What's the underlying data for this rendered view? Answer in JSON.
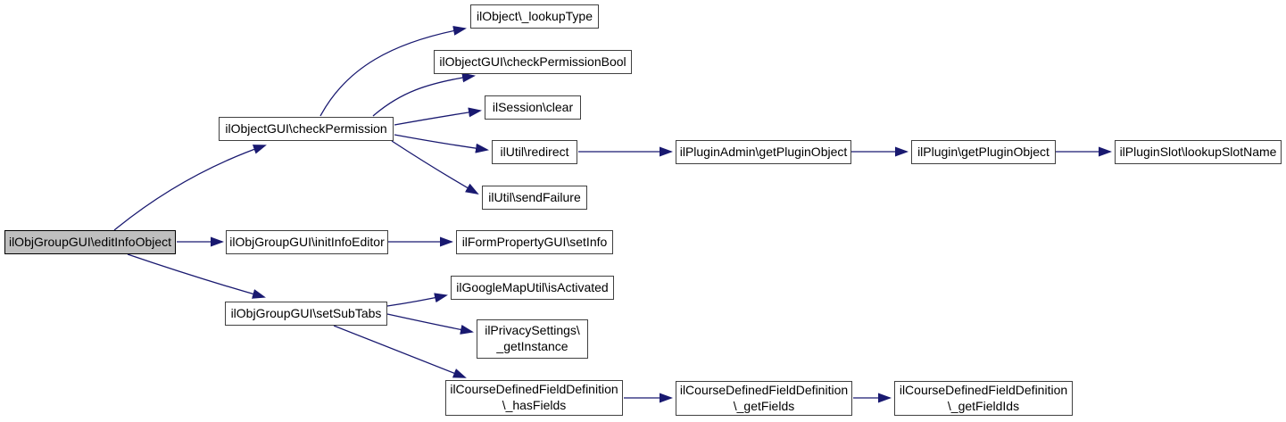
{
  "diagram": {
    "type": "call-graph",
    "direction": "left-to-right"
  },
  "colors": {
    "edge": "#191970",
    "node-border": "#404040",
    "node-fill": "#ffffff",
    "node-text": "#000000",
    "highlight-fill": "#bfbfbf",
    "background": "#ffffff"
  },
  "nodes": [
    {
      "id": "editInfoObject",
      "label": "ilObjGroupGUI\\editInfoObject",
      "highlighted": true
    },
    {
      "id": "checkPermission",
      "label": "ilObjectGUI\\checkPermission"
    },
    {
      "id": "lookupType",
      "label": "ilObject\\_lookupType"
    },
    {
      "id": "checkPermissionBool",
      "label": "ilObjectGUI\\checkPermissionBool"
    },
    {
      "id": "sessionClear",
      "label": "ilSession\\clear"
    },
    {
      "id": "redirect",
      "label": "ilUtil\\redirect"
    },
    {
      "id": "sendFailure",
      "label": "ilUtil\\sendFailure"
    },
    {
      "id": "pluginAdminGetPluginObject",
      "label": "ilPluginAdmin\\getPluginObject"
    },
    {
      "id": "pluginGetPluginObject",
      "label": "ilPlugin\\getPluginObject"
    },
    {
      "id": "lookupSlotName",
      "label": "ilPluginSlot\\lookupSlotName"
    },
    {
      "id": "initInfoEditor",
      "label": "ilObjGroupGUI\\initInfoEditor"
    },
    {
      "id": "setInfo",
      "label": "ilFormPropertyGUI\\setInfo"
    },
    {
      "id": "setSubTabs",
      "label": "ilObjGroupGUI\\setSubTabs"
    },
    {
      "id": "isActivated",
      "label": "ilGoogleMapUtil\\isActivated"
    },
    {
      "id": "privacyGetInstance",
      "label": "ilPrivacySettings\\\n_getInstance"
    },
    {
      "id": "hasFields",
      "label": "ilCourseDefinedFieldDefinition\n\\_hasFields"
    },
    {
      "id": "getFields",
      "label": "ilCourseDefinedFieldDefinition\n\\_getFields"
    },
    {
      "id": "getFieldIds",
      "label": "ilCourseDefinedFieldDefinition\n\\_getFieldIds"
    }
  ],
  "edges": [
    {
      "from": "editInfoObject",
      "to": "checkPermission"
    },
    {
      "from": "editInfoObject",
      "to": "initInfoEditor"
    },
    {
      "from": "editInfoObject",
      "to": "setSubTabs"
    },
    {
      "from": "checkPermission",
      "to": "lookupType"
    },
    {
      "from": "checkPermission",
      "to": "checkPermissionBool"
    },
    {
      "from": "checkPermission",
      "to": "sessionClear"
    },
    {
      "from": "checkPermission",
      "to": "redirect"
    },
    {
      "from": "checkPermission",
      "to": "sendFailure"
    },
    {
      "from": "redirect",
      "to": "pluginAdminGetPluginObject"
    },
    {
      "from": "pluginAdminGetPluginObject",
      "to": "pluginGetPluginObject"
    },
    {
      "from": "pluginGetPluginObject",
      "to": "lookupSlotName"
    },
    {
      "from": "initInfoEditor",
      "to": "setInfo"
    },
    {
      "from": "setSubTabs",
      "to": "isActivated"
    },
    {
      "from": "setSubTabs",
      "to": "privacyGetInstance"
    },
    {
      "from": "setSubTabs",
      "to": "hasFields"
    },
    {
      "from": "hasFields",
      "to": "getFields"
    },
    {
      "from": "getFields",
      "to": "getFieldIds"
    }
  ]
}
